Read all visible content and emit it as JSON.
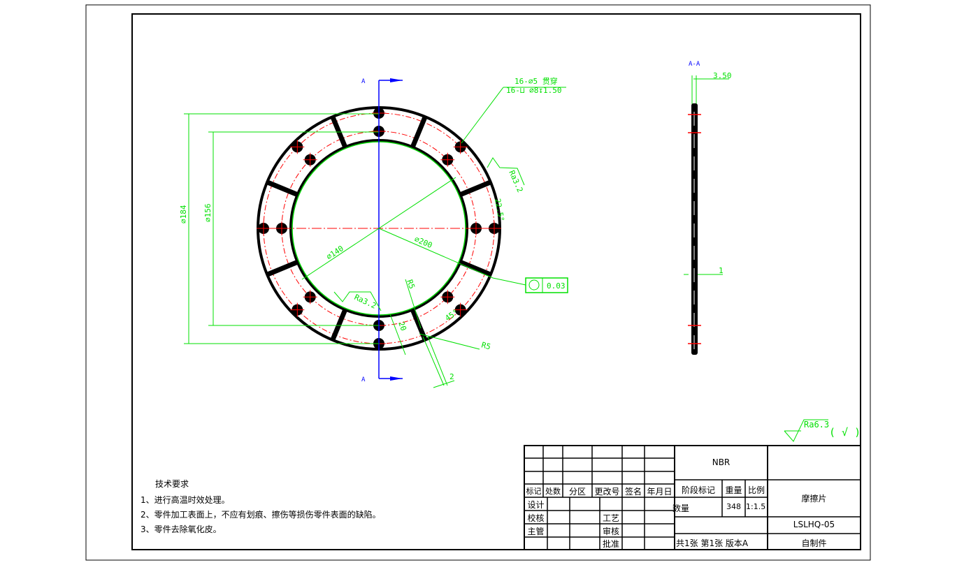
{
  "drawing": {
    "section_label_top": "A",
    "section_label_bottom": "A",
    "section_view_label": "A-A",
    "hole_note_1": "16-⌀5 贯穿",
    "hole_note_2": "16-⊔ ⌀8↧1.50",
    "dim_d184": "⌀184",
    "dim_d156": "⌀156",
    "dim_d140": "⌀140",
    "dim_d200": "⌀200",
    "rough_1": "Ra3.2",
    "rough_2": "Ra3.2",
    "dim_22": "22.5°",
    "dim_r5a": "R5",
    "dim_r5b": "R5",
    "dim_20": "20",
    "dim_45": "45°",
    "dim_2": "2",
    "tolerance_value": "0.03",
    "thickness": "3.50",
    "side_dim": "1",
    "general_roughness": "Ra6.3",
    "general_roughness_mark": "( √ )"
  },
  "tech_requirements": {
    "title": "技术要求",
    "items": [
      "1、进行高温时效处理。",
      "2、零件加工表面上，不应有划痕、擦伤等损伤零件表面的缺陷。",
      "3、零件去除氧化皮。"
    ]
  },
  "title_block": {
    "material": "NBR",
    "part_name": "摩擦片",
    "drawing_no": "LSLHQ-05",
    "source": "自制件",
    "headers": [
      "标记",
      "处数",
      "分区",
      "更改号",
      "签名",
      "年月日"
    ],
    "stage_mark": "阶段标记",
    "weight_label": "重量",
    "scale_label": "比例",
    "quantity_label": "数量",
    "weight": "348",
    "scale": "1:1.5",
    "sheet_info": "共1张 第1张 版本A",
    "roles": [
      "设计",
      "校核",
      "主管"
    ],
    "process": "工艺",
    "review": "审核",
    "approve": "批准"
  }
}
